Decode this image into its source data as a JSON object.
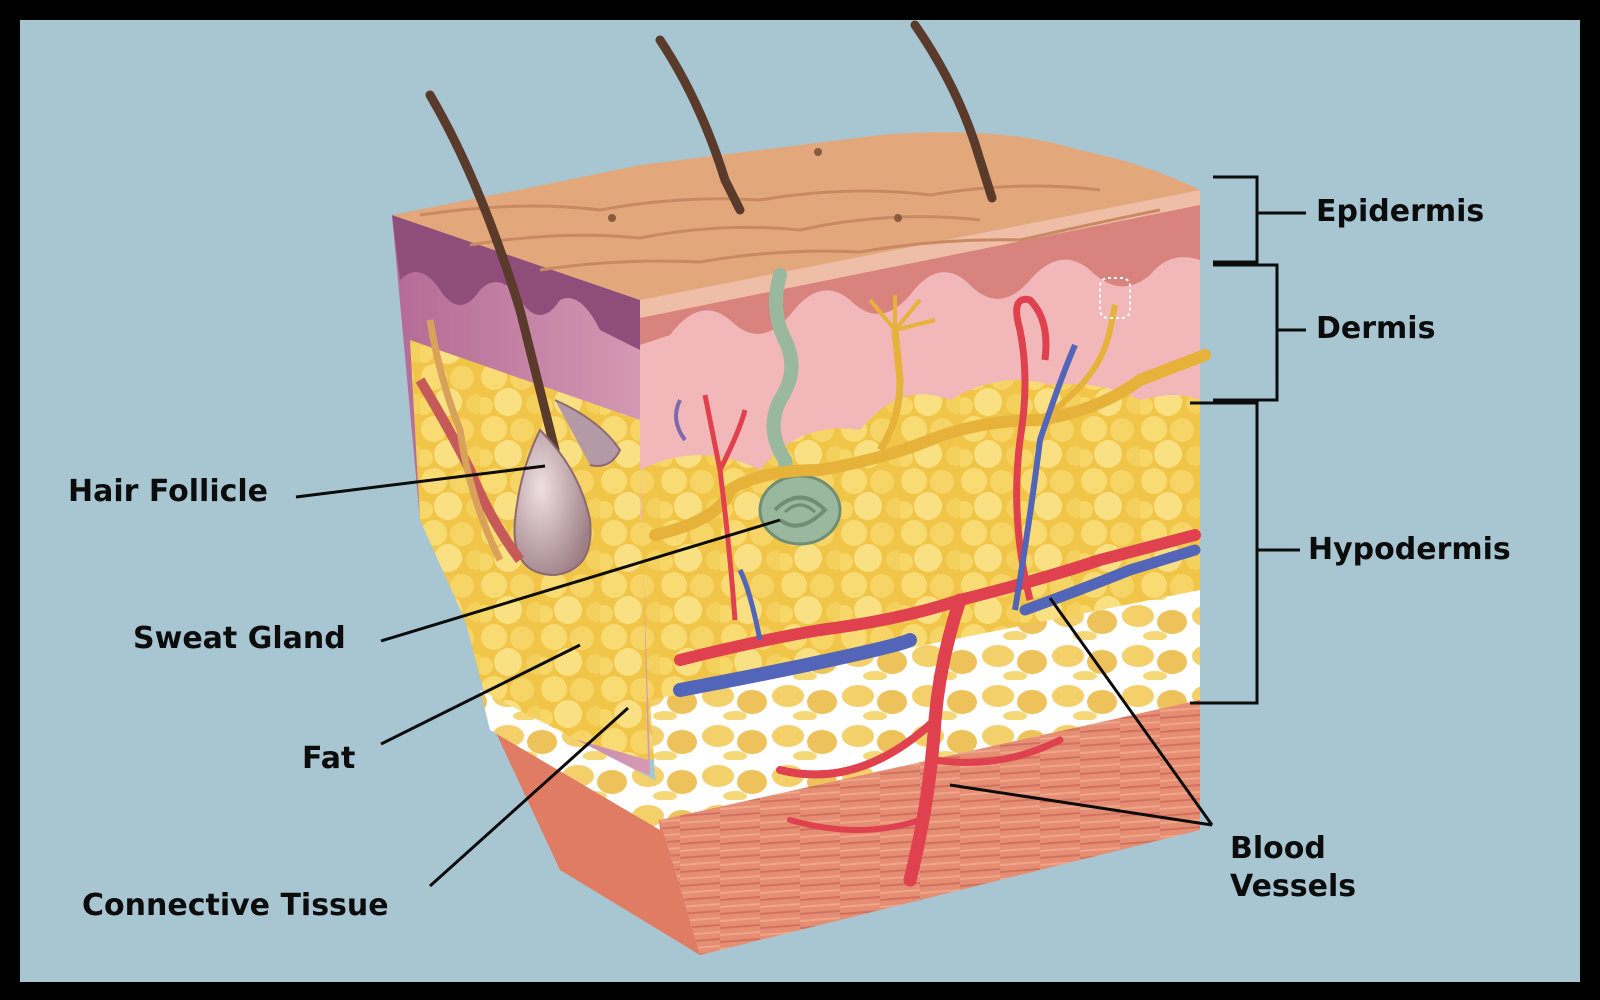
{
  "labels": {
    "epidermis": "Epidermis",
    "dermis": "Dermis",
    "hypodermis": "Hypodermis",
    "hair_follicle": "Hair Follicle",
    "sweat_gland": "Sweat Gland",
    "fat": "Fat",
    "connective_tissue": "Connective Tissue",
    "blood_line1": "Blood",
    "blood_line2": "Vessels"
  },
  "colors": {
    "frame": "#000000",
    "background": "#a8c6d2",
    "skin_surface": "#e3a77c",
    "epidermis": "#d9837f",
    "dermis": "#f2b7b9",
    "fat": "#f3cf4e",
    "muscle": "#e8896e",
    "artery": "#e0414e",
    "vein": "#5265b8",
    "nerve": "#e6b23a",
    "hair": "#5a3a2a",
    "sweat_gland": "#9ab89e"
  }
}
